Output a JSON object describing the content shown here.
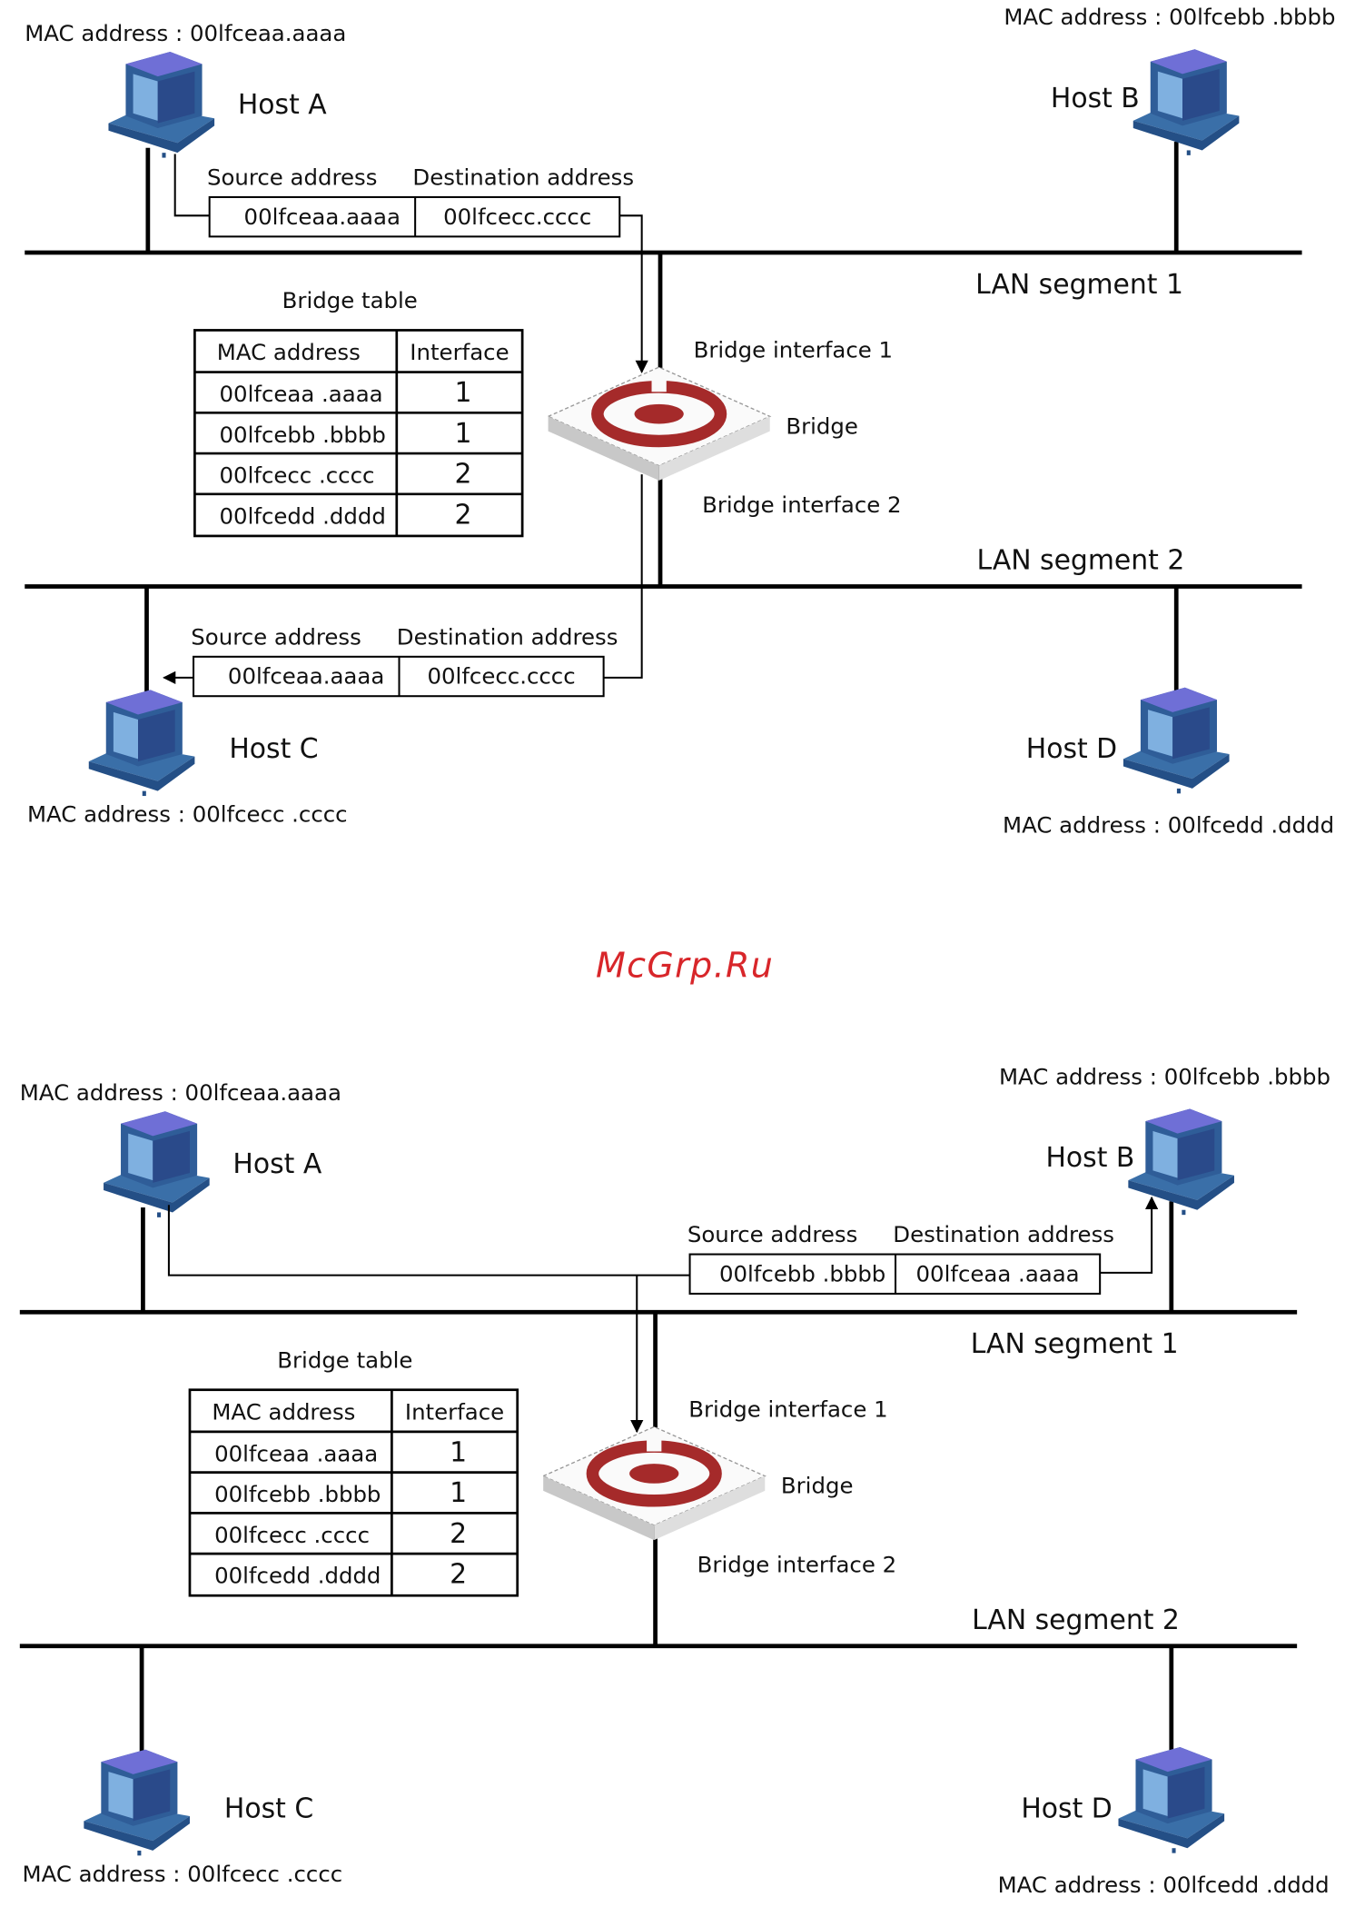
{
  "watermark": "McGrp.Ru",
  "diagrams": [
    {
      "hosts": {
        "a": {
          "label": "Host A",
          "mac": "MAC address : 00lfceaa.aaaa"
        },
        "b": {
          "label": "Host B",
          "mac": "MAC address : 00lfcebb .bbbb"
        },
        "c": {
          "label": "Host C",
          "mac": "MAC address : 00lfcecc .cccc"
        },
        "d": {
          "label": "Host D",
          "mac": "MAC address : 00lfcedd .dddd"
        }
      },
      "lan1": "LAN segment 1",
      "lan2": "LAN segment 2",
      "bridge": "Bridge",
      "bridge_if1": "Bridge interface 1",
      "bridge_if2": "Bridge interface 2",
      "table": {
        "title": "Bridge table",
        "headers": [
          "MAC address",
          "Interface"
        ],
        "rows": [
          [
            "00lfceaa .aaaa",
            "1"
          ],
          [
            "00lfcebb .bbbb",
            "1"
          ],
          [
            "00lfcecc .cccc",
            "2"
          ],
          [
            "00lfcedd .dddd",
            "2"
          ]
        ]
      },
      "frames": [
        {
          "src_label": "Source address",
          "dst_label": "Destination address",
          "src": "00lfceaa.aaaa",
          "dst": "00lfcecc.cccc"
        },
        {
          "src_label": "Source address",
          "dst_label": "Destination address",
          "src": "00lfceaa.aaaa",
          "dst": "00lfcecc.cccc"
        }
      ]
    },
    {
      "hosts": {
        "a": {
          "label": "Host A",
          "mac": "MAC address : 00lfceaa.aaaa"
        },
        "b": {
          "label": "Host B",
          "mac": "MAC address : 00lfcebb .bbbb"
        },
        "c": {
          "label": "Host C",
          "mac": "MAC address : 00lfcecc .cccc"
        },
        "d": {
          "label": "Host D",
          "mac": "MAC address : 00lfcedd .dddd"
        }
      },
      "lan1": "LAN segment 1",
      "lan2": "LAN segment 2",
      "bridge": "Bridge",
      "bridge_if1": "Bridge interface 1",
      "bridge_if2": "Bridge interface 2",
      "table": {
        "title": "Bridge table",
        "headers": [
          "MAC address",
          "Interface"
        ],
        "rows": [
          [
            "00lfceaa .aaaa",
            "1"
          ],
          [
            "00lfcebb .bbbb",
            "1"
          ],
          [
            "00lfcecc .cccc",
            "2"
          ],
          [
            "00lfcedd .dddd",
            "2"
          ]
        ]
      },
      "frames": [
        {
          "src_label": "Source address",
          "dst_label": "Destination address",
          "src": "00lfcebb .bbbb",
          "dst": "00lfceaa .aaaa"
        }
      ]
    }
  ]
}
